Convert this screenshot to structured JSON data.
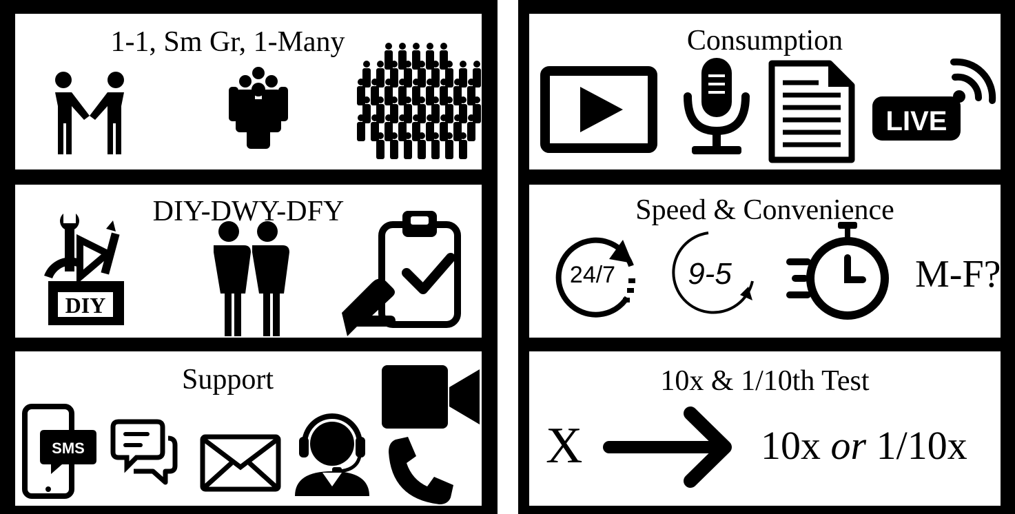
{
  "colors": {
    "ink": "#000000",
    "paper": "#ffffff"
  },
  "panels": {
    "delivery_modes": {
      "title": "1-1, Sm Gr, 1-Many",
      "icons": [
        "handshake-icon",
        "small-group-icon",
        "crowd-icon"
      ]
    },
    "diy_dwy_dfy": {
      "title": "DIY-DWY-DFY",
      "diy_badge": "DIY",
      "icons": [
        "diy-tools-icon",
        "two-people-icon",
        "clipboard-check-icon"
      ]
    },
    "support": {
      "title": "Support",
      "sms_label": "SMS",
      "icons": [
        "phone-sms-icon",
        "chat-bubbles-icon",
        "envelope-icon",
        "headset-agent-icon",
        "video-camera-icon",
        "phone-handset-icon"
      ]
    },
    "consumption": {
      "title": "Consumption",
      "live_label": "LIVE",
      "icons": [
        "video-play-icon",
        "microphone-icon",
        "document-icon",
        "live-stream-icon"
      ]
    },
    "speed": {
      "title": "Speed & Convenience",
      "clock_247": "24/7",
      "clock_95": "9-5",
      "days": "M-F?",
      "icons": [
        "clock-24-7-icon",
        "clock-9-5-icon",
        "stopwatch-icon"
      ]
    },
    "test": {
      "title": "10x & 1/10th Test",
      "from": "X",
      "to_a": "10x",
      "to_or": "or",
      "to_b": "1/10x",
      "icons": [
        "arrow-right-icon"
      ]
    }
  }
}
